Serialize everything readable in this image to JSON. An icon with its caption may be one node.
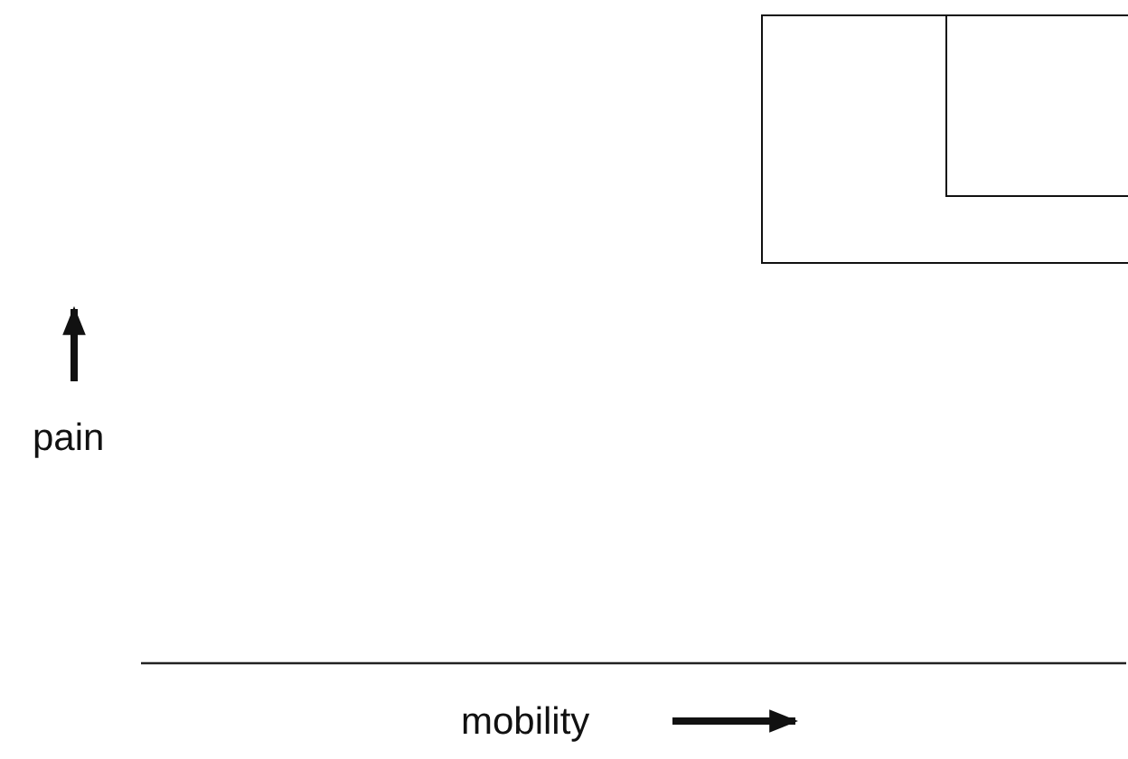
{
  "diagram": {
    "nodes": [
      {
        "text": [],
        "shape": "box"
      },
      {
        "text": [],
        "shape": "box",
        "in": 0
      }
    ],
    "labels": [
      "pain",
      "mobility"
    ]
  }
}
